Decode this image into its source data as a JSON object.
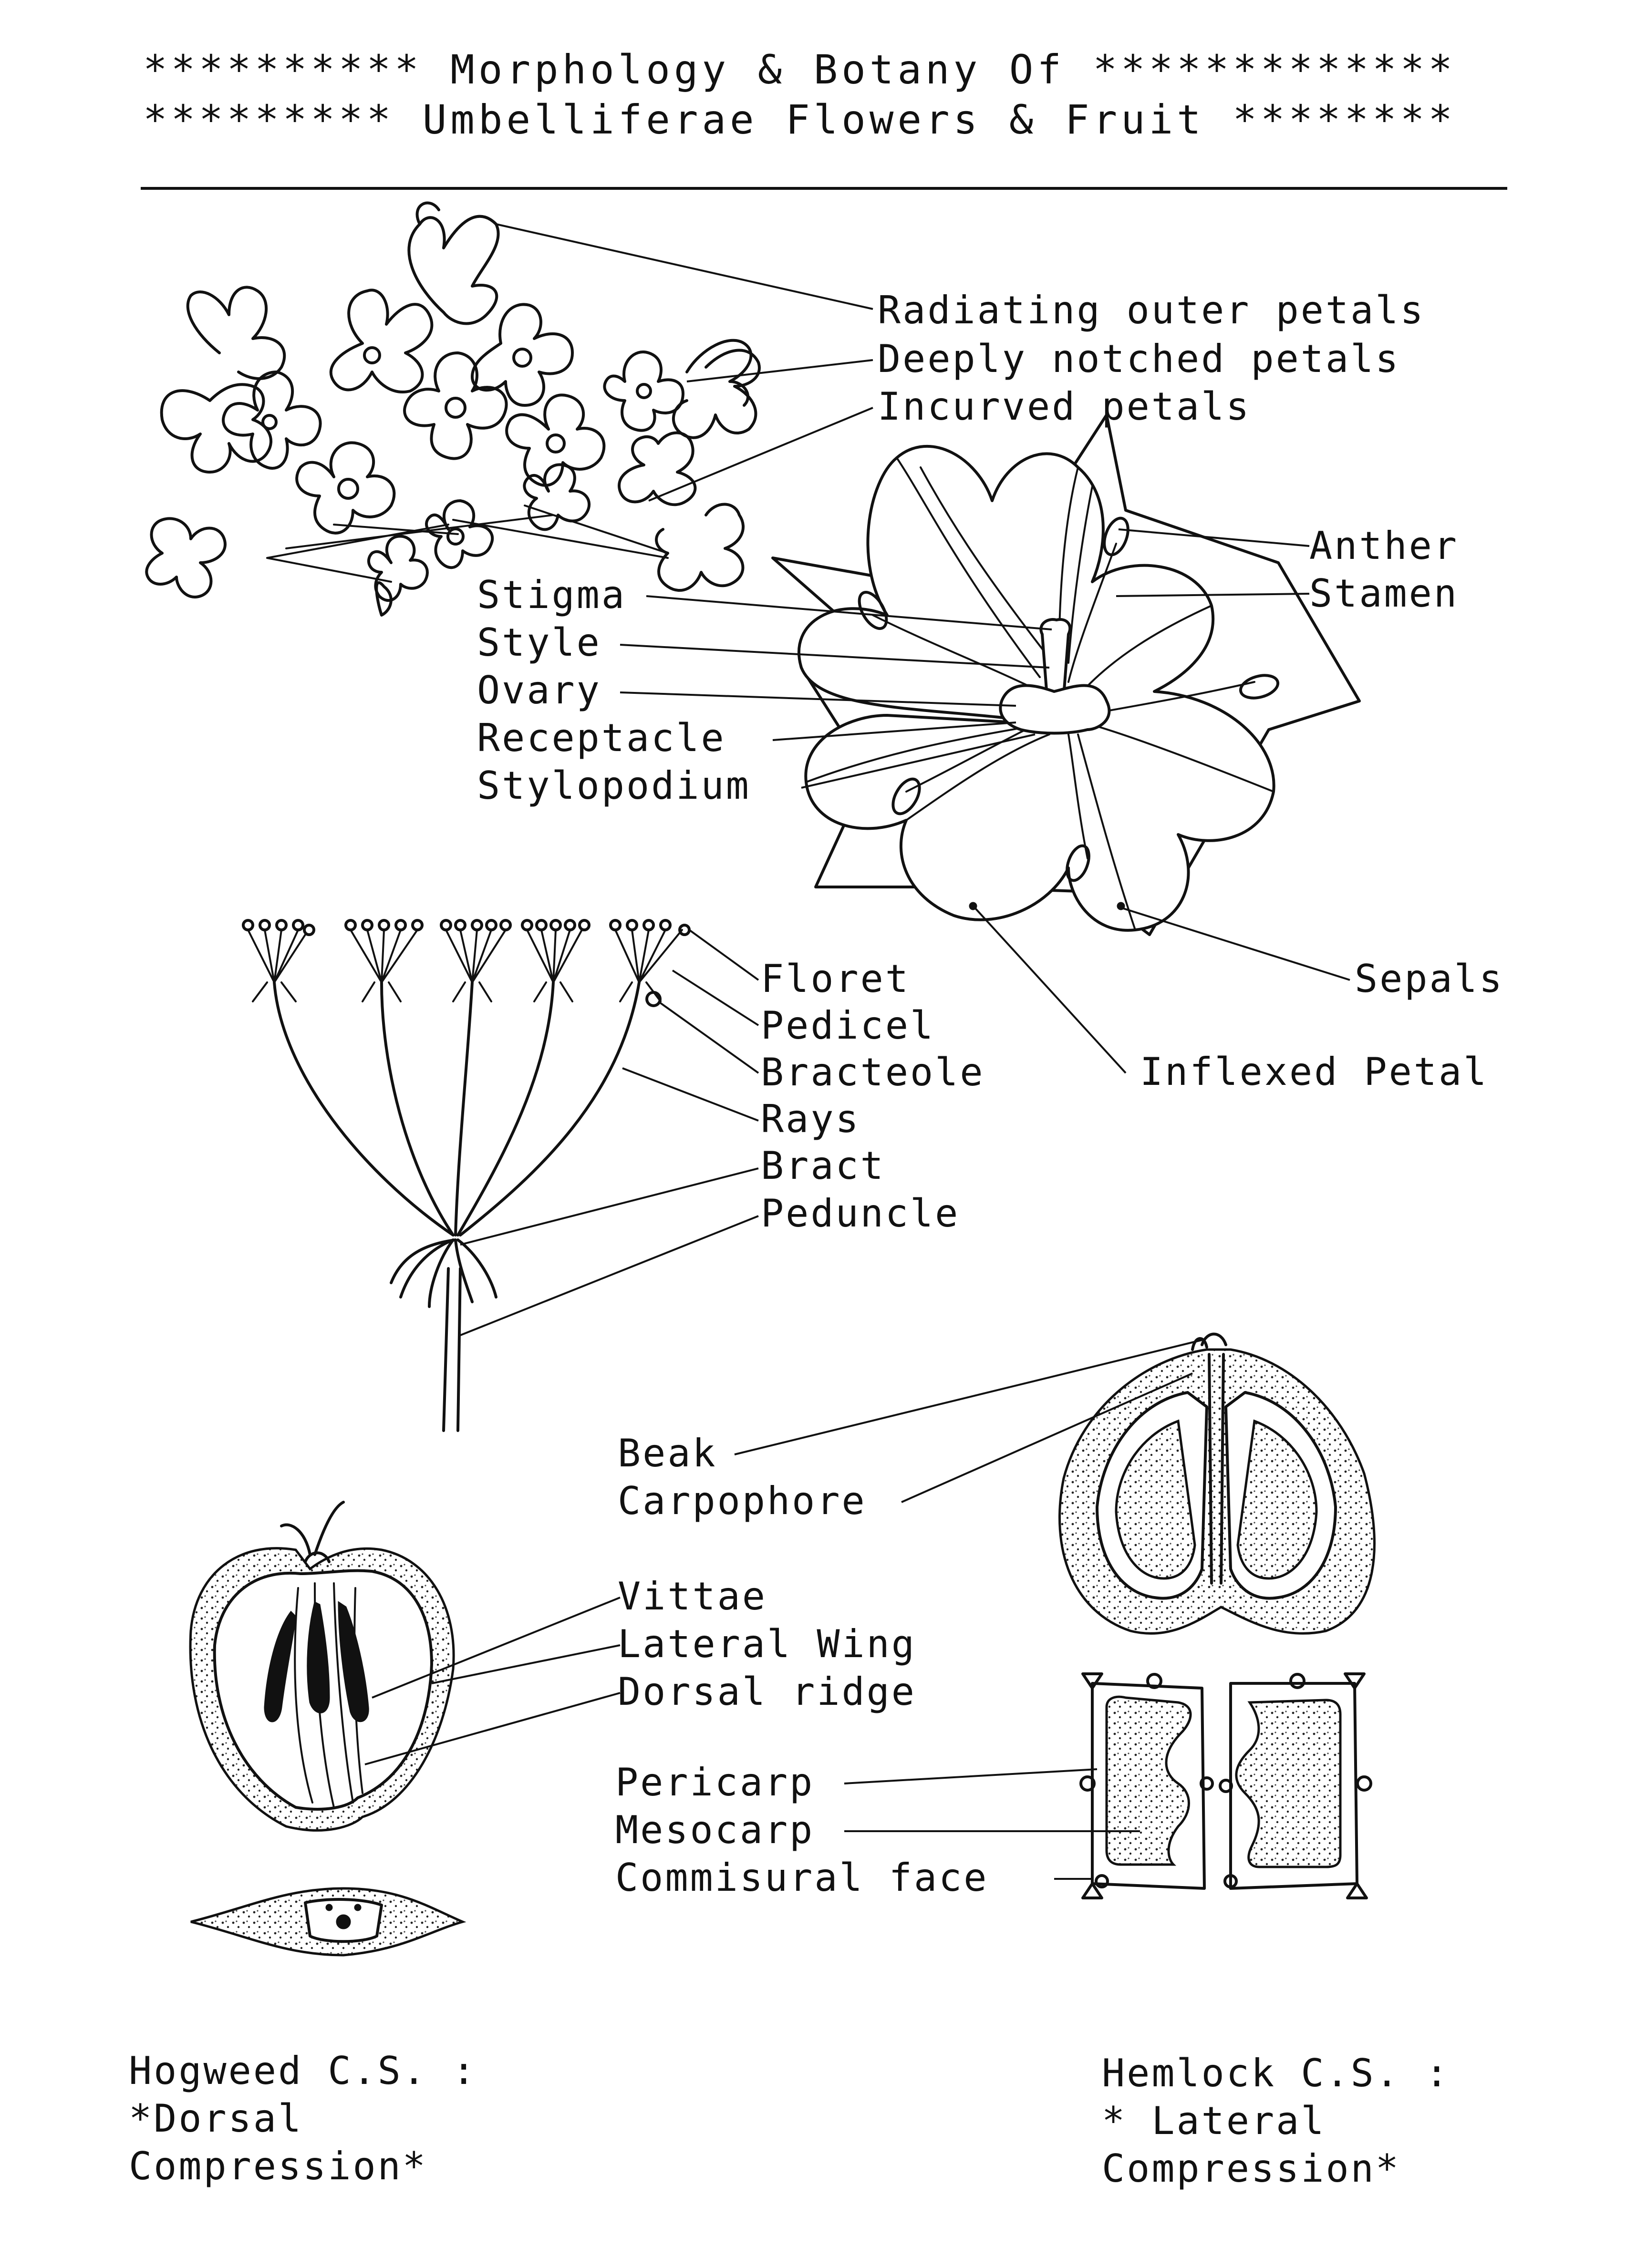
{
  "title": {
    "line1": "********** Morphology & Botany Of *************",
    "line2": "********* Umbelliferae Flowers & Fruit ********"
  },
  "flower_labels": {
    "radiating_outer_petals": "Radiating outer petals",
    "deeply_notched_petals": "Deeply notched petals",
    "incurved_petals": "Incurved petals",
    "anther": "Anther",
    "stamen": "Stamen",
    "stigma": "Stigma",
    "style": "Style",
    "ovary": "Ovary",
    "receptacle": "Receptacle",
    "stylopodium": "Stylopodium",
    "sepals": "Sepals",
    "inflexed_petal": "Inflexed Petal"
  },
  "umbel_labels": {
    "floret": "Floret",
    "pedicel": "Pedicel",
    "bracteole": "Bracteole",
    "rays": "Rays",
    "bract": "Bract",
    "peduncle": "Peduncle"
  },
  "fruit_labels": {
    "beak": "Beak",
    "carpophore": "Carpophore",
    "vittae": "Vittae",
    "lateral_wing": "Lateral Wing",
    "dorsal_ridge": "Dorsal ridge",
    "pericarp": "Pericarp",
    "mesocarp": "Mesocarp",
    "commisural_face": "Commisural face"
  },
  "captions": {
    "hogweed": [
      "Hogweed C.S. :",
      "*Dorsal",
      "Compression*"
    ],
    "hemlock": [
      "Hemlock C.S. :",
      "* Lateral",
      "Compression*"
    ]
  }
}
